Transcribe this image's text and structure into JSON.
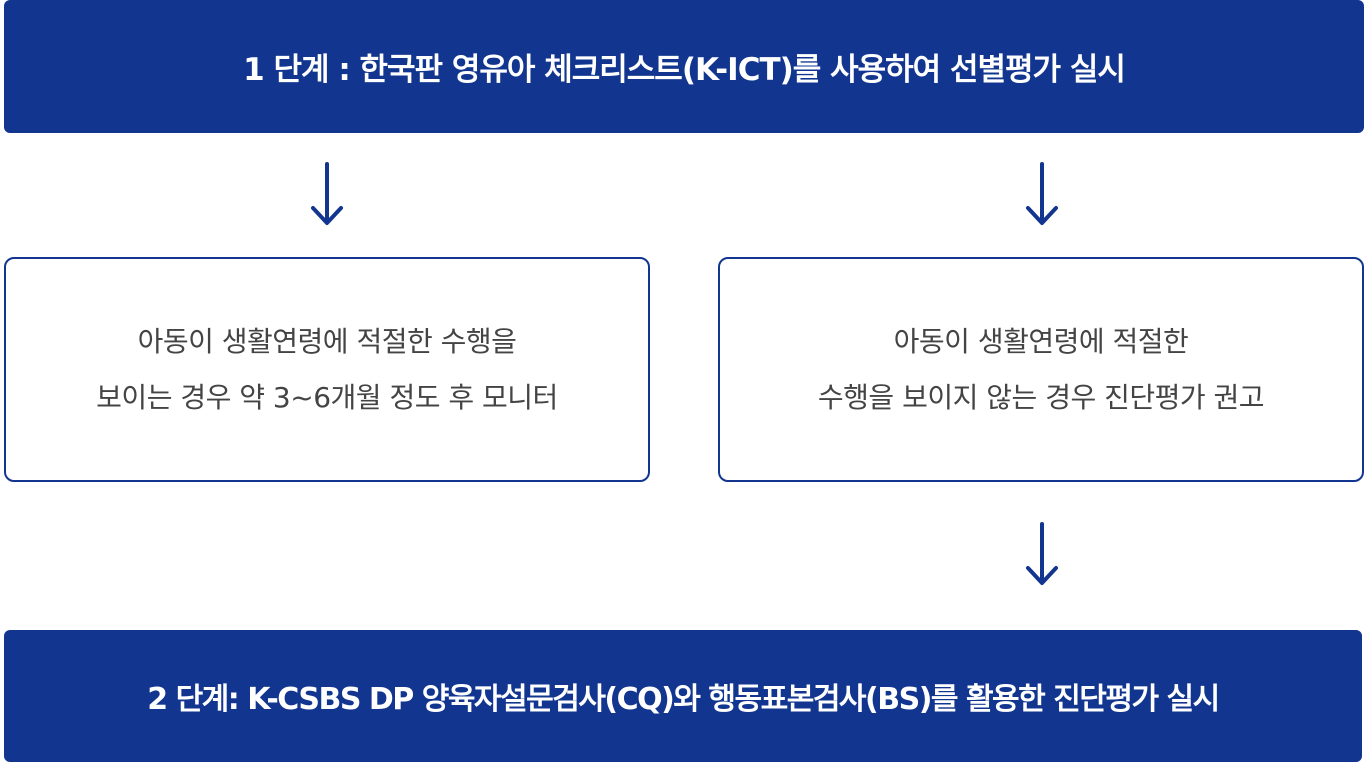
{
  "step1": {
    "text": "1 단계 : 한국판 영유아 체크리스트(K-ICT)를 사용하여 선별평가 실시"
  },
  "outcome_left": {
    "line1": "아동이 생활연령에 적절한 수행을",
    "line2": "보이는 경우 약 3~6개월 정도 후 모니터"
  },
  "outcome_right": {
    "line1": "아동이 생활연령에 적절한",
    "line2": "수행을 보이지 않는 경우 진단평가 권고"
  },
  "step2": {
    "text": "2 단계: K-CSBS DP 양육자설문검사(CQ)와 행동표본검사(BS)를 활용한 진단평가 실시"
  },
  "colors": {
    "primary": "#12368f",
    "text": "#444444"
  },
  "icons": {
    "arrow": "arrow-down-icon"
  }
}
